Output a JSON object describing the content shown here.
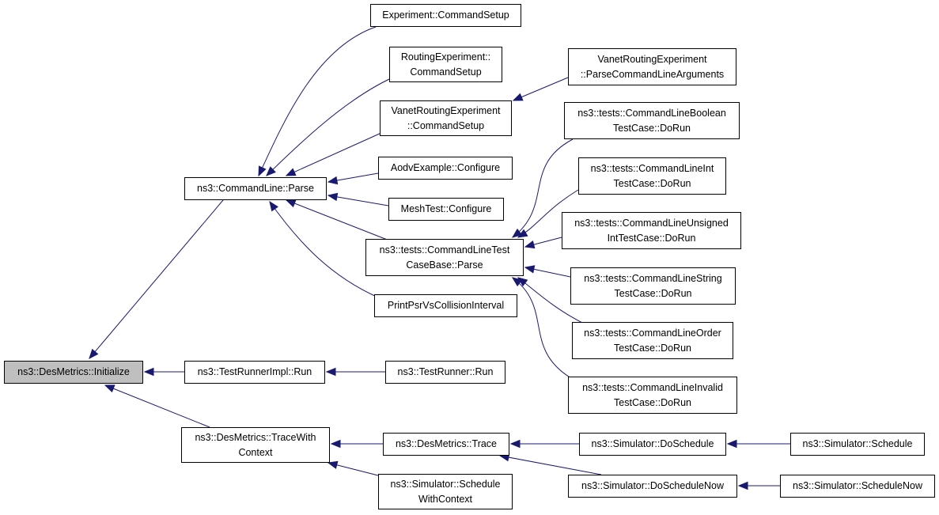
{
  "graph": {
    "edge_color": "#191970",
    "current_node_color": "#bfbfbf",
    "nodes": {
      "initialize": [
        "ns3::DesMetrics::Initialize"
      ],
      "cmdline_parse": [
        "ns3::CommandLine::Parse"
      ],
      "testrunnerimpl_run": [
        "ns3::TestRunnerImpl::Run"
      ],
      "tracewithcontext": [
        "ns3::DesMetrics::TraceWith",
        "Context"
      ],
      "experiment_cmdsetup": [
        "Experiment::CommandSetup"
      ],
      "routingexp_cmdsetup": [
        "RoutingExperiment::",
        "CommandSetup"
      ],
      "vanet_cmdsetup": [
        "VanetRoutingExperiment",
        "::CommandSetup"
      ],
      "aodv_configure": [
        "AodvExample::Configure"
      ],
      "mesh_configure": [
        "MeshTest::Configure"
      ],
      "cltestbase_parse": [
        "ns3::tests::CommandLineTest",
        "CaseBase::Parse"
      ],
      "printpsr": [
        "PrintPsrVsCollisionInterval"
      ],
      "testrunner_run": [
        "ns3::TestRunner::Run"
      ],
      "desmetrics_trace": [
        "ns3::DesMetrics::Trace"
      ],
      "sim_schedulewithcontext": [
        "ns3::Simulator::Schedule",
        "WithContext"
      ],
      "vanet_parsecmd": [
        "VanetRoutingExperiment",
        "::ParseCommandLineArguments"
      ],
      "cl_boolean": [
        "ns3::tests::CommandLineBoolean",
        "TestCase::DoRun"
      ],
      "cl_int": [
        "ns3::tests::CommandLineInt",
        "TestCase::DoRun"
      ],
      "cl_unsigned": [
        "ns3::tests::CommandLineUnsigned",
        "IntTestCase::DoRun"
      ],
      "cl_string": [
        "ns3::tests::CommandLineString",
        "TestCase::DoRun"
      ],
      "cl_order": [
        "ns3::tests::CommandLineOrder",
        "TestCase::DoRun"
      ],
      "cl_invalid": [
        "ns3::tests::CommandLineInvalid",
        "TestCase::DoRun"
      ],
      "sim_doschedule": [
        "ns3::Simulator::DoSchedule"
      ],
      "sim_doschedulenow": [
        "ns3::Simulator::DoScheduleNow"
      ],
      "sim_schedule": [
        "ns3::Simulator::Schedule"
      ],
      "sim_schedulenow": [
        "ns3::Simulator::ScheduleNow"
      ]
    }
  }
}
